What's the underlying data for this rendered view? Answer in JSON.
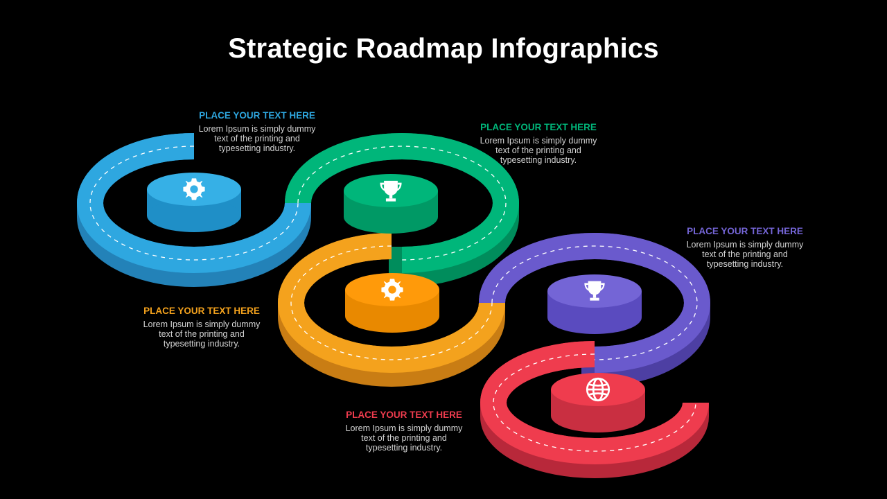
{
  "title": "Strategic Roadmap Infographics",
  "colors": {
    "background": "#000000",
    "blue": "#2ea7e0",
    "green": "#00b67a",
    "orange": "#f4a21d",
    "purple": "#6a5acd",
    "red": "#ef3c4e"
  },
  "steps": [
    {
      "heading": "PLACE YOUR TEXT HERE",
      "text": "Lorem Ipsum is simply dummy text of the printing and typesetting industry.",
      "color": "#2ea7e0",
      "icon": "gear-icon"
    },
    {
      "heading": "PLACE YOUR TEXT HERE",
      "text": "Lorem Ipsum is simply dummy text of the printing and typesetting industry.",
      "color": "#00b67a",
      "icon": "trophy-icon"
    },
    {
      "heading": "PLACE YOUR TEXT HERE",
      "text": "Lorem Ipsum is simply dummy text of the printing and typesetting industry.",
      "color": "#f4a21d",
      "icon": "gear-icon"
    },
    {
      "heading": "PLACE YOUR TEXT HERE",
      "text": "Lorem Ipsum is simply dummy text of the printing and typesetting industry.",
      "color": "#6a5acd",
      "icon": "trophy-icon"
    },
    {
      "heading": "PLACE YOUR TEXT HERE",
      "text": "Lorem Ipsum is simply dummy text of the printing and typesetting industry.",
      "color": "#ef3c4e",
      "icon": "globe-icon"
    }
  ]
}
